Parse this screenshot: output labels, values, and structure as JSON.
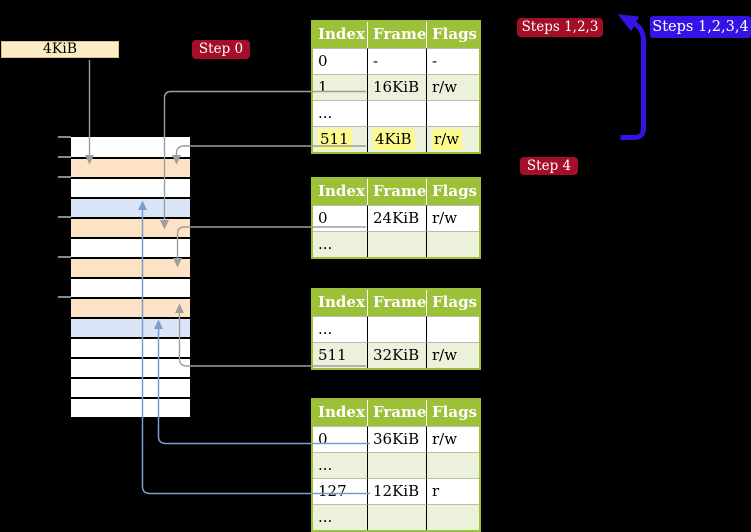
{
  "labels": {
    "page_size": "4KiB",
    "step0": "Step 0",
    "steps123": "Steps 1,2,3",
    "steps1234": "Steps 1,2,3,4",
    "step4": "Step 4"
  },
  "columns": [
    "Index",
    "Frame",
    "Flags"
  ],
  "tables": [
    {
      "name": "page-table-level4",
      "rows": [
        [
          "0",
          "-",
          "-"
        ],
        [
          "1",
          "16KiB",
          "r/w"
        ],
        [
          "...",
          "",
          ""
        ],
        [
          "511",
          "4KiB",
          "r/w"
        ]
      ],
      "highlight": [
        [
          3,
          0
        ],
        [
          3,
          1
        ],
        [
          3,
          2
        ]
      ]
    },
    {
      "name": "page-table-level3",
      "rows": [
        [
          "0",
          "24KiB",
          "r/w"
        ],
        [
          "...",
          "",
          ""
        ]
      ],
      "highlight": []
    },
    {
      "name": "page-table-level2",
      "rows": [
        [
          "...",
          "",
          ""
        ],
        [
          "511",
          "32KiB",
          "r/w"
        ]
      ],
      "highlight": []
    },
    {
      "name": "page-table-level1",
      "rows": [
        [
          "0",
          "36KiB",
          "r/w"
        ],
        [
          "...",
          "",
          ""
        ],
        [
          "127",
          "12KiB",
          "r"
        ],
        [
          "...",
          "",
          ""
        ]
      ],
      "highlight": []
    }
  ],
  "memory_stack": {
    "rows": [
      "white",
      "orange",
      "white",
      "blue",
      "orange",
      "white",
      "orange",
      "white",
      "orange",
      "blue",
      "white",
      "white",
      "white",
      "white"
    ]
  },
  "arrows": {
    "gray": [
      "4KiB-label-to-frame",
      "l4-row1-to-16KiB-frame",
      "l4-row511-to-4KiB-frame",
      "l3-row0-to-24KiB-frame",
      "l2-row511-to-32KiB-frame"
    ],
    "steel_blue": [
      "l1-row0-to-36KiB-frame",
      "l1-row127-to-12KiB-frame"
    ],
    "thick_blue": [
      "recursive-loop-to-table-top"
    ]
  },
  "colors": {
    "accent-red": "#a40e28",
    "accent-blue": "#3314e4",
    "arrow-gray": "#9e9e9e",
    "arrow-steel": "#7d9cce",
    "table-green": "#9cc138",
    "row-green": "#ebf1db",
    "hl-yellow": "#fefb8d",
    "frame-orange": "#fde2c6",
    "frame-blue": "#d9e5f6",
    "cream": "#faedc4"
  }
}
